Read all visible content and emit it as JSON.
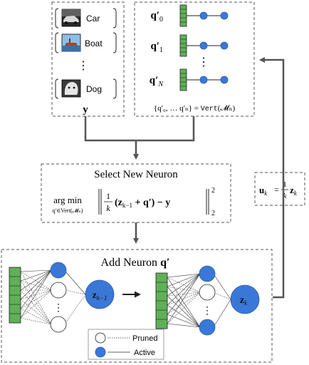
{
  "dataset_panel": {
    "items": [
      {
        "label": "Car",
        "icon": "car-photo"
      },
      {
        "label": "Boat",
        "icon": "boat-photo"
      },
      {
        "label": "Dog",
        "icon": "dog-photo"
      }
    ],
    "ellipsis": "⋮",
    "label": "y"
  },
  "candidates_panel": {
    "rows": [
      {
        "base": "q",
        "prime": "′",
        "sub": "0"
      },
      {
        "base": "q",
        "prime": "′",
        "sub": "1"
      },
      {
        "base": "q",
        "prime": "′",
        "sub": "N"
      }
    ],
    "ellipsis": "⋮",
    "set_left": "{q′₀, … q′ₙ} = ",
    "set_func": "Vert",
    "set_arg": "(𝓜ₙ)"
  },
  "select_box": {
    "title": "Select New Neuron",
    "argmin": "arg min",
    "argmin_sub": "q′∈Vert(𝓜ₙ)",
    "num": "1",
    "den": "k",
    "expr_open": "(z",
    "expr_sub": "k−1",
    "expr_rest": " + q′) − y",
    "sup": "2",
    "sub": "2"
  },
  "update_box": {
    "lhs": "u",
    "lhs_sub": "k",
    "eq": "=",
    "num": "1",
    "den": "k",
    "rhs": "z",
    "rhs_sub": "k"
  },
  "add_box": {
    "title_text": "Add Neuron ",
    "title_symbol": "q′",
    "left_output": "z",
    "left_output_sub": "k−1",
    "right_output": "z",
    "right_output_sub": "k",
    "hidden_ellipsis": "⋮"
  },
  "legend": {
    "pruned": "Pruned",
    "active": "Active"
  },
  "colors": {
    "active_blue": "#3a78d8",
    "input_green": "#5fb056",
    "arrow_gray": "#555555",
    "dashed_border": "#555555"
  }
}
